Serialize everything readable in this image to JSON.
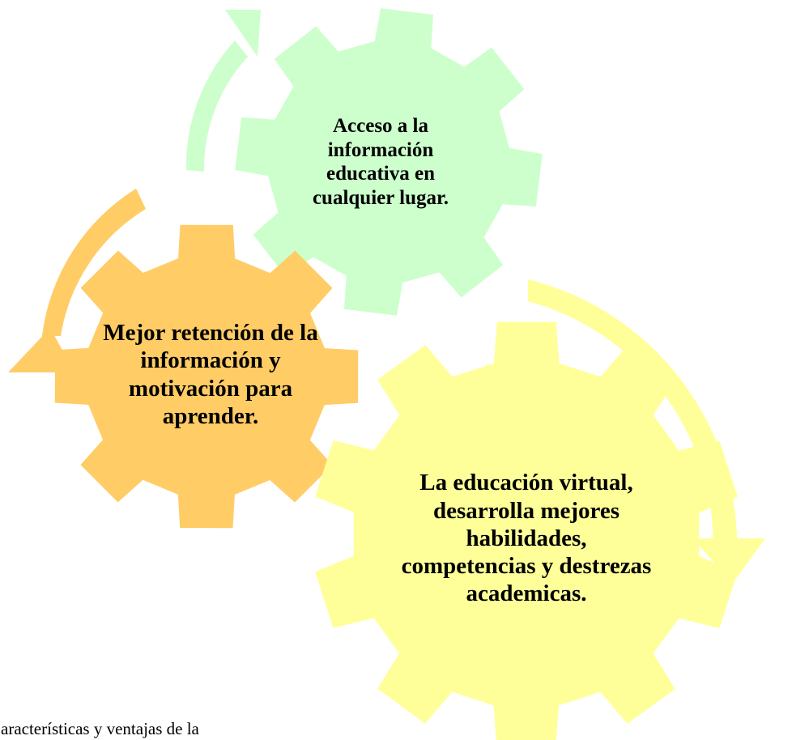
{
  "gears": [
    {
      "name": "green",
      "label": "Acceso a la información educativa en cualquier lugar.",
      "color": "#ccffcc"
    },
    {
      "name": "orange",
      "label": "Mejor retención de la información y motivación para aprender.",
      "color": "#ffcc66"
    },
    {
      "name": "yellow",
      "label": "La educación virtual, desarrolla mejores habilidades, competencias y destrezas academicas.",
      "color": "#ffff99"
    }
  ],
  "arrows": [
    {
      "name": "green-arrow",
      "color": "#ccffcc"
    },
    {
      "name": "orange-arrow",
      "color": "#ffcc66"
    },
    {
      "name": "yellow-arrow",
      "color": "#ffff99"
    }
  ],
  "caption": "Características y ventajas de la"
}
